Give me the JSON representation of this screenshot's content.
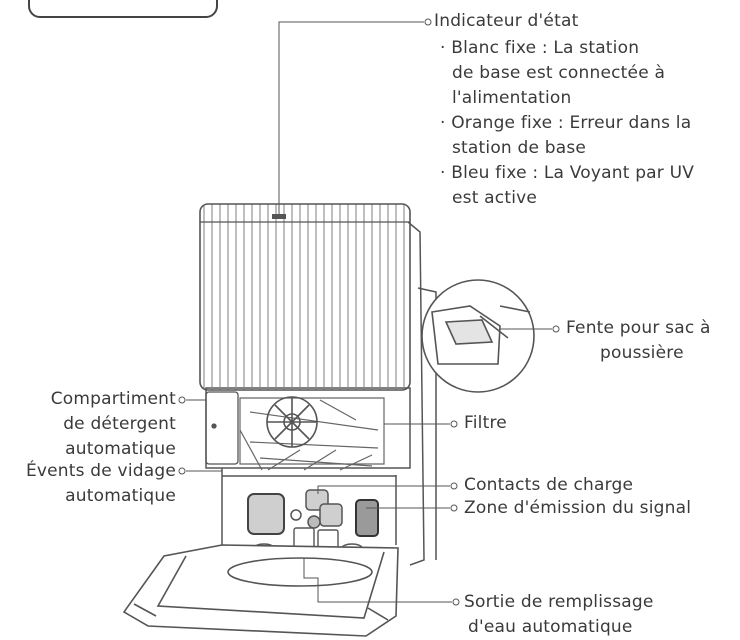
{
  "labels": {
    "status_indicator": {
      "title": "Indicateur d'état",
      "lines": [
        "· Blanc fixe : La station",
        "de base est connectée à",
        "l'alimentation",
        "· Orange fixe : Erreur dans la",
        "station de base",
        "· Bleu fixe : La Voyant par UV",
        "est active"
      ]
    },
    "dust_bag_slot": [
      "Fente pour sac à",
      "poussière"
    ],
    "detergent_compartment": [
      "Compartiment",
      "de détergent",
      "automatique"
    ],
    "filter": "Filtre",
    "emptying_vents": [
      "Évents de vidage",
      "automatique"
    ],
    "charging_contacts": "Contacts de charge",
    "signal_zone": "Zone d'émission du signal",
    "water_outlet": [
      "Sortie de remplissage",
      "d'eau automatique"
    ]
  }
}
